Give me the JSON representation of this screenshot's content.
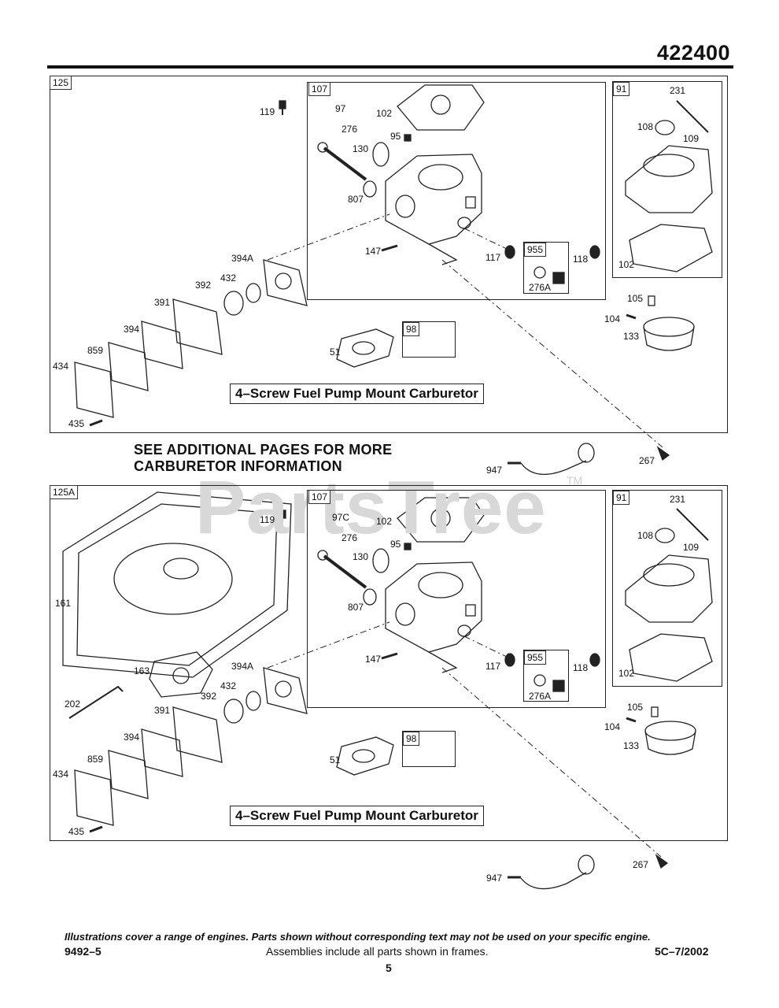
{
  "header": {
    "model_number": "422400"
  },
  "watermark": {
    "text": "PartsTree",
    "tm": "TM"
  },
  "notice": {
    "see_more_line1": "SEE ADDITIONAL PAGES FOR MORE",
    "see_more_line2": "CARBURETOR INFORMATION"
  },
  "panel_top": {
    "frame_label": "125",
    "carb_frame_label": "107",
    "bowl_frame_label": "91",
    "valve_frame_label": "955",
    "screw_frame_label": "98",
    "caption": "4–Screw Fuel Pump Mount Carburetor",
    "callouts": {
      "p119": "119",
      "p97": "97",
      "p276": "276",
      "p102a": "102",
      "p95": "95",
      "p130": "130",
      "p807": "807",
      "p147": "147",
      "p117": "117",
      "p955b": "276A",
      "p118": "118",
      "p394a": "394A",
      "p432": "432",
      "p392": "392",
      "p391": "391",
      "p394": "394",
      "p859": "859",
      "p434": "434",
      "p435": "435",
      "p51": "51",
      "p231": "231",
      "p108": "108",
      "p109": "109",
      "p102b": "102",
      "p105": "105",
      "p104": "104",
      "p133": "133",
      "p267": "267",
      "p947": "947"
    }
  },
  "panel_bottom": {
    "frame_label": "125A",
    "carb_frame_label": "107",
    "bowl_frame_label": "91",
    "valve_frame_label": "955",
    "screw_frame_label": "98",
    "caption": "4–Screw Fuel Pump Mount Carburetor",
    "callouts": {
      "p119": "119",
      "p97c": "97C",
      "p276": "276",
      "p102a": "102",
      "p95": "95",
      "p130": "130",
      "p807": "807",
      "p147": "147",
      "p117": "117",
      "p955b": "276A",
      "p118": "118",
      "p161": "161",
      "p163": "163",
      "p202": "202",
      "p394a": "394A",
      "p432": "432",
      "p392": "392",
      "p391": "391",
      "p394": "394",
      "p859": "859",
      "p434": "434",
      "p435": "435",
      "p51": "51",
      "p231": "231",
      "p108": "108",
      "p109": "109",
      "p102b": "102",
      "p105": "105",
      "p104": "104",
      "p133": "133",
      "p267": "267",
      "p947": "947"
    }
  },
  "footer": {
    "disclaimer": "Illustrations cover a range of engines. Parts shown without corresponding text may not be used on your specific engine.",
    "doc_number": "9492–5",
    "assemblies_note": "Assemblies include all parts shown in frames.",
    "revision": "5C–7/2002",
    "page_number": "5"
  }
}
